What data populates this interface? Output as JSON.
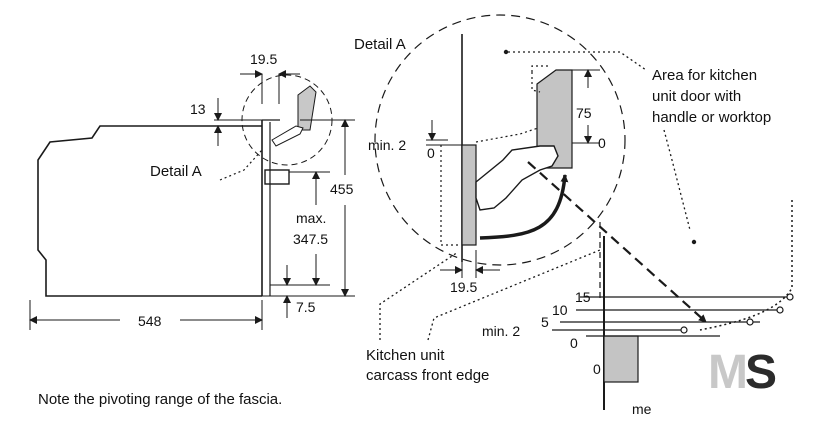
{
  "labels": {
    "detail_a_side": "Detail A",
    "detail_a_top": "Detail A",
    "area_note_line1": "Area for kitchen",
    "area_note_line2": "unit door with",
    "area_note_line3": "handle or worktop",
    "carcass_line1": "Kitchen unit",
    "carcass_line2": "carcass front edge",
    "note": "Note the pivoting range of the fascia.",
    "partial_word": "me"
  },
  "dimensions": {
    "d_19_5_top": "19.5",
    "d_13": "13",
    "d_455": "455",
    "d_max": "max.",
    "d_347_5": "347.5",
    "d_7_5": "7.5",
    "d_548": "548",
    "d_min2_detail": "min. 2",
    "d_0_detail": "0",
    "d_75": "75",
    "d_0_handle": "0",
    "d_19_5_detail": "19.5",
    "d_15": "15",
    "d_10": "10",
    "d_5": "5",
    "d_min2_lower": "min. 2",
    "d_0_lower": "0",
    "d_0_small": "0"
  },
  "logo": {
    "letter_m": "M",
    "letter_s": "S",
    "m_color": "#c8c8c8",
    "s_color": "#2b2b2b"
  }
}
